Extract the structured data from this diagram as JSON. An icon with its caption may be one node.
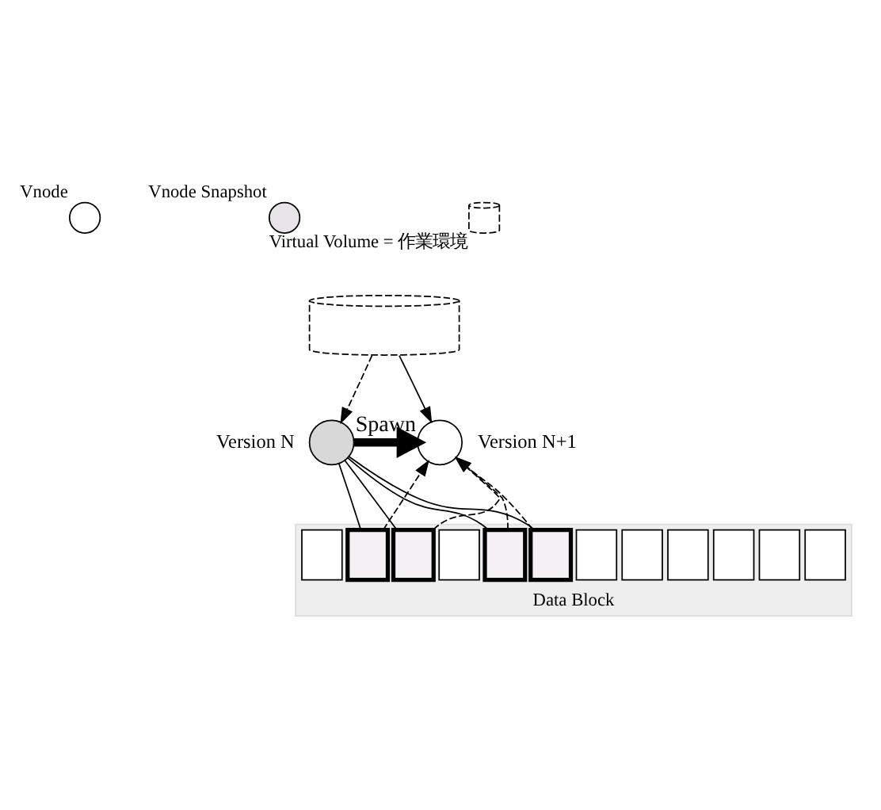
{
  "diagram": {
    "nodes": [
      {
        "text": [],
        "shape": "cylinder"
      },
      {
        "text": [],
        "shape": "circle",
        "beside": [
          "Version N"
        ]
      },
      {
        "text": [],
        "shape": "circle",
        "beside": [
          "Version N+1"
        ]
      },
      {
        "text": [
          "Data Block"
        ]
      },
      {
        "text": [],
        "shape": "box",
        "in": 3
      },
      {
        "text": [],
        "shape": "box",
        "in": 3
      },
      {
        "text": [],
        "shape": "box",
        "in": 3
      },
      {
        "text": [],
        "shape": "box",
        "in": 3
      },
      {
        "text": [],
        "shape": "box",
        "in": 3
      },
      {
        "text": [],
        "shape": "box",
        "in": 3
      },
      {
        "text": [],
        "shape": "box",
        "in": 3
      },
      {
        "text": [],
        "shape": "box",
        "in": 3
      },
      {
        "text": [],
        "shape": "box",
        "in": 3
      },
      {
        "text": [],
        "shape": "box",
        "in": 3
      },
      {
        "text": [],
        "shape": "box",
        "in": 3
      },
      {
        "text": [],
        "shape": "box",
        "in": 3
      }
    ],
    "edges": [
      {
        "from": 0,
        "to": 1,
        "arrow": "to",
        "style": "dashed"
      },
      {
        "from": 0,
        "to": 2,
        "arrow": "to"
      },
      {
        "from": 1,
        "to": 2,
        "label": "Spawn",
        "arrow": "to",
        "style": "thick"
      },
      {
        "from": 1,
        "to": 5,
        "arrow": "none"
      },
      {
        "from": 1,
        "to": 6,
        "arrow": "none"
      },
      {
        "from": 1,
        "to": 8,
        "arrow": "none"
      },
      {
        "from": 1,
        "to": 9,
        "arrow": "none"
      },
      {
        "from": 5,
        "to": 2,
        "arrow": "to",
        "style": "dashed"
      },
      {
        "from": 6,
        "to": 2,
        "arrow": "to",
        "style": "dashed"
      },
      {
        "from": 8,
        "to": 2,
        "arrow": "to",
        "style": "dashed"
      },
      {
        "from": 9,
        "to": 2,
        "arrow": "to",
        "style": "dashed"
      }
    ],
    "legend": [
      {
        "text": "Vnode"
      },
      {
        "text": "Vnode Snapshot"
      },
      {
        "text": "Virtual Volume = 作業環境"
      }
    ]
  }
}
